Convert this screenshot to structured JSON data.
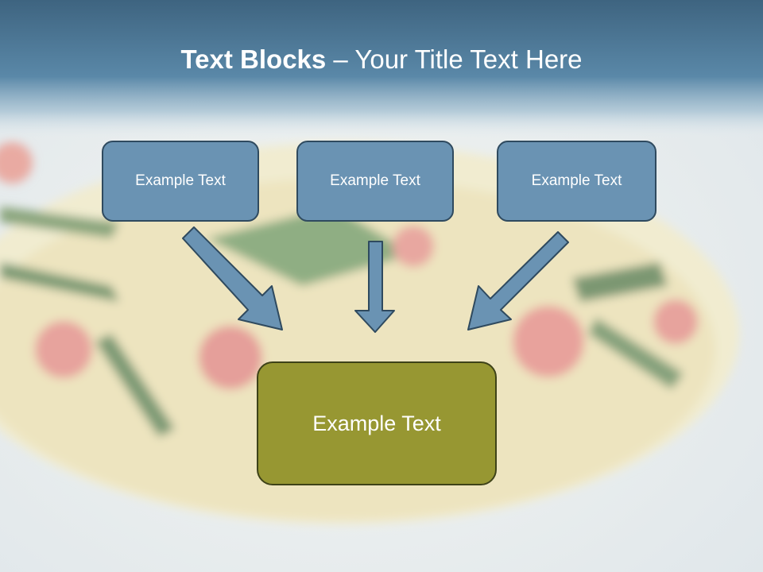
{
  "title": {
    "bold": "Text Blocks",
    "separator": " – ",
    "rest": "Your Title Text Here"
  },
  "boxes": {
    "top": [
      "Example Text",
      "Example Text",
      "Example Text"
    ],
    "bottom": "Example Text"
  },
  "colors": {
    "header_band": "#4f7a99",
    "box_fill": "#6a93b3",
    "box_border": "#2f4a5f",
    "bottom_fill": "#979732",
    "arrow_fill": "#6a93b3"
  }
}
